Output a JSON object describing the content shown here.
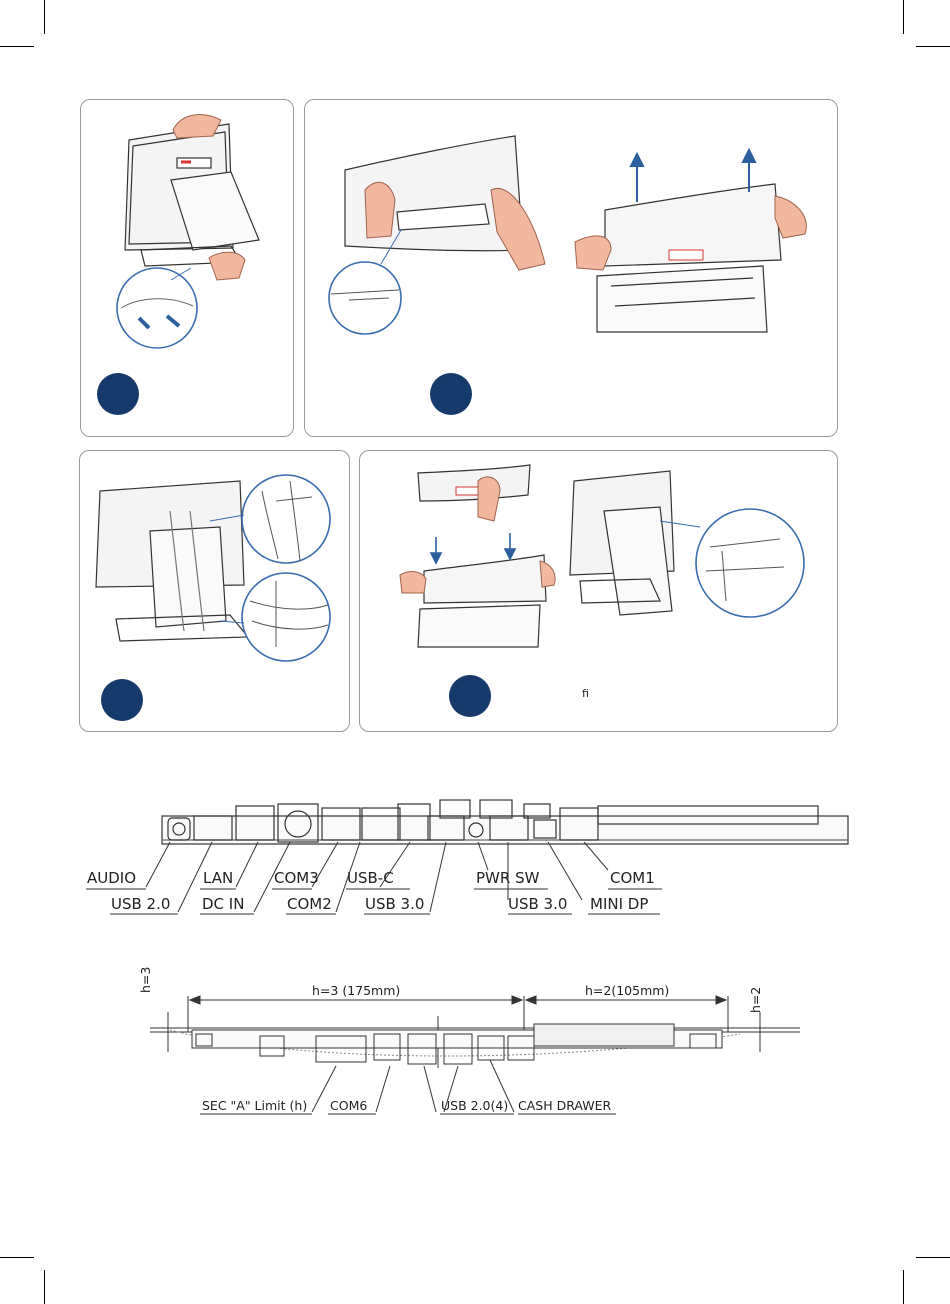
{
  "steps": {
    "step4_note": "ﬁ"
  },
  "io_top": {
    "labels": {
      "audio": "AUDIO",
      "usb20": "USB 2.0",
      "lan": "LAN",
      "dcin": "DC IN",
      "com3": "COM3",
      "com2": "COM2",
      "usbc": "USB-C",
      "usb30a": "USB 3.0",
      "pwrsw": "PWR SW",
      "usb30b": "USB 3.0",
      "minidp": "MINI DP",
      "com1": "COM1"
    }
  },
  "io_bottom": {
    "dims": {
      "h3_left": "h=3",
      "h3_span": "h=3 (175mm)",
      "h2_span": "h=2(105mm)",
      "h2_right": "h=2"
    },
    "labels": {
      "sec": "SEC \"A\" Limit (h)",
      "com6": "COM6",
      "usb20x4": "USB 2.0(4)",
      "cash": "CASH DRAWER"
    }
  },
  "colors": {
    "step_dot": "#163a6b",
    "callout_circle": "#3a6db0",
    "arrow": "#2c5f9e",
    "hand": "#f2b79f"
  }
}
